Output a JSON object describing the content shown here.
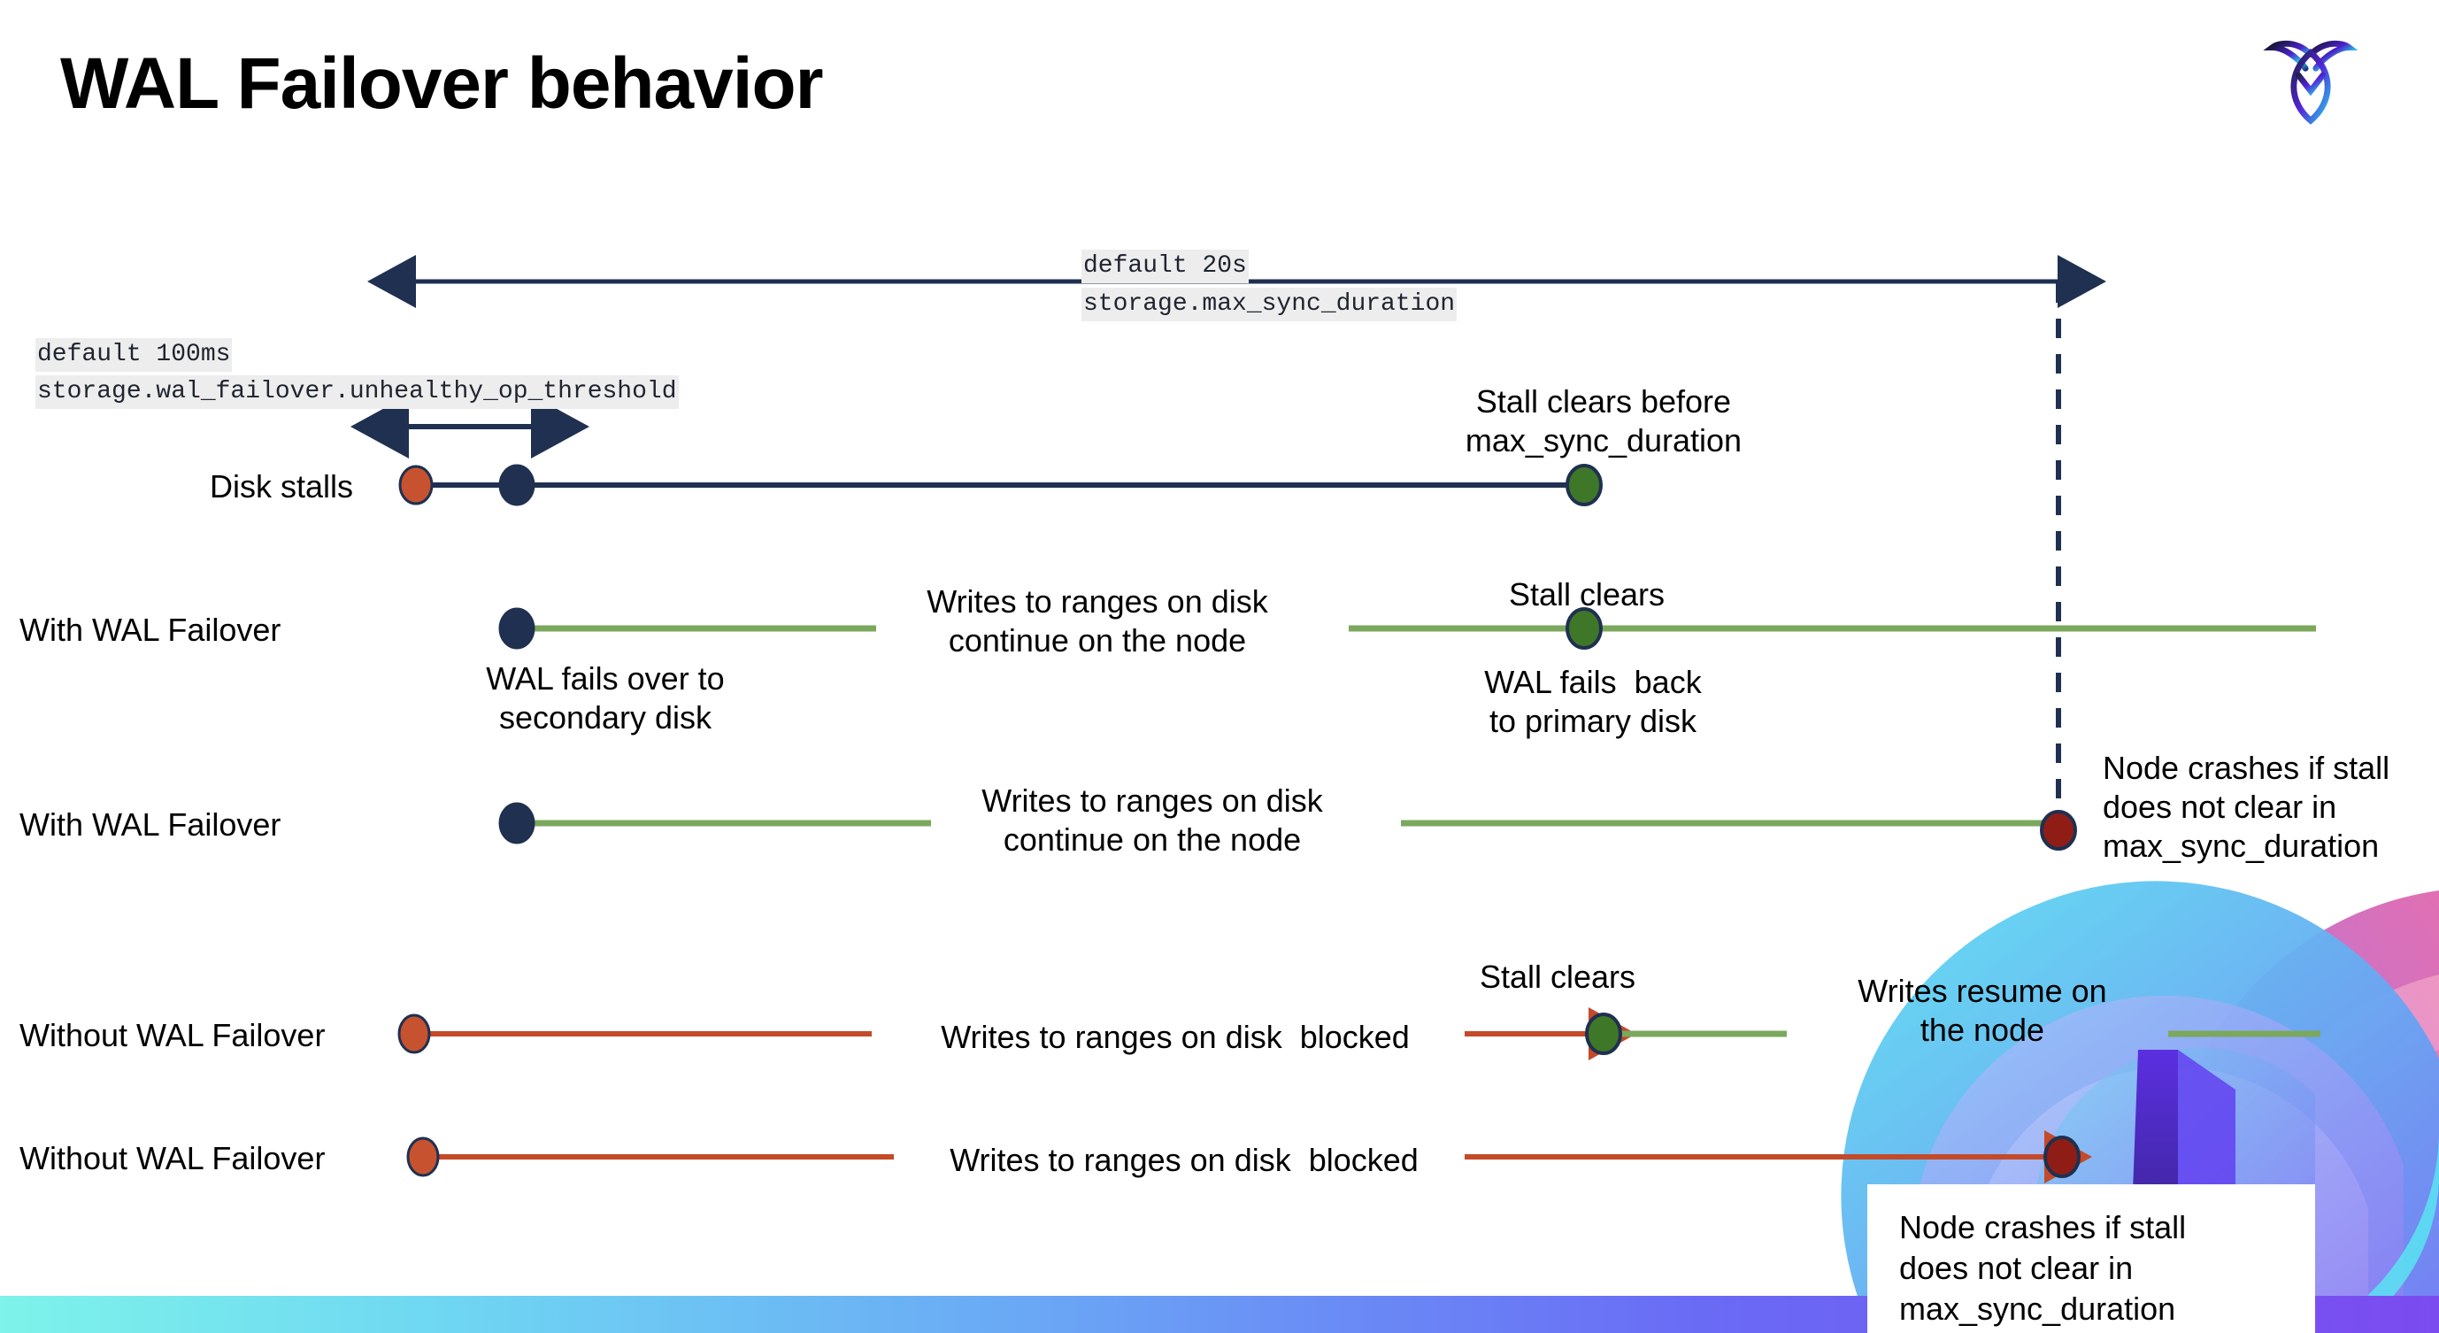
{
  "slide": {
    "title": "WAL Failover behavior",
    "logo_icon": "cockroach-logo-icon",
    "bottom_bar_colors": [
      "#7df3ea",
      "#6a6af5",
      "#7b4bf0"
    ],
    "colors": {
      "navy": "#1f3050",
      "green_line": "#7ba85d",
      "green_dot": "#3f7728",
      "red_line": "#c44a2a",
      "red_dot": "#8f1d16",
      "orange_dot": "#c6522f",
      "chip_bg": "#ededed"
    }
  },
  "annotations": {
    "max_sync": {
      "line1": "default 20s",
      "line2": "storage.max_sync_duration"
    },
    "unhealthy_op": {
      "line1": "default 100ms",
      "line2": "storage.wal_failover.unhealthy_op_threshold"
    }
  },
  "rows": [
    {
      "name": "disk-stalls",
      "label": "Disk stalls",
      "notes": [
        {
          "name": "stall-clears-before-note",
          "text": "Stall clears before\nmax_sync_duration"
        }
      ]
    },
    {
      "name": "with-wal-failover-1",
      "label": "With WAL Failover",
      "notes": [
        {
          "name": "writes-continue-note",
          "text": "Writes to ranges on disk\ncontinue on the node"
        },
        {
          "name": "wal-fails-over-note",
          "text": "WAL fails over to\nsecondary disk"
        },
        {
          "name": "stall-clears-note",
          "text": "Stall clears"
        },
        {
          "name": "wal-fails-back-note",
          "text": "WAL fails  back\nto primary disk"
        }
      ]
    },
    {
      "name": "with-wal-failover-2",
      "label": "With WAL Failover",
      "notes": [
        {
          "name": "writes-continue-note",
          "text": "Writes to ranges on disk\ncontinue on the node"
        },
        {
          "name": "node-crashes-note",
          "text": "Node crashes if stall\ndoes not clear in\nmax_sync_duration"
        }
      ]
    },
    {
      "name": "without-wal-failover-1",
      "label": "Without WAL Failover",
      "notes": [
        {
          "name": "writes-blocked-note",
          "text": "Writes to ranges on disk  blocked"
        },
        {
          "name": "stall-clears-note",
          "text": "Stall clears"
        },
        {
          "name": "writes-resume-note",
          "text": "Writes resume on\nthe node"
        }
      ]
    },
    {
      "name": "without-wal-failover-2",
      "label": "Without WAL Failover",
      "notes": [
        {
          "name": "writes-blocked-note",
          "text": "Writes to ranges on disk  blocked"
        },
        {
          "name": "node-crashes-callout",
          "text": "Node crashes if stall\ndoes not clear in\nmax_sync_duration"
        }
      ]
    }
  ]
}
